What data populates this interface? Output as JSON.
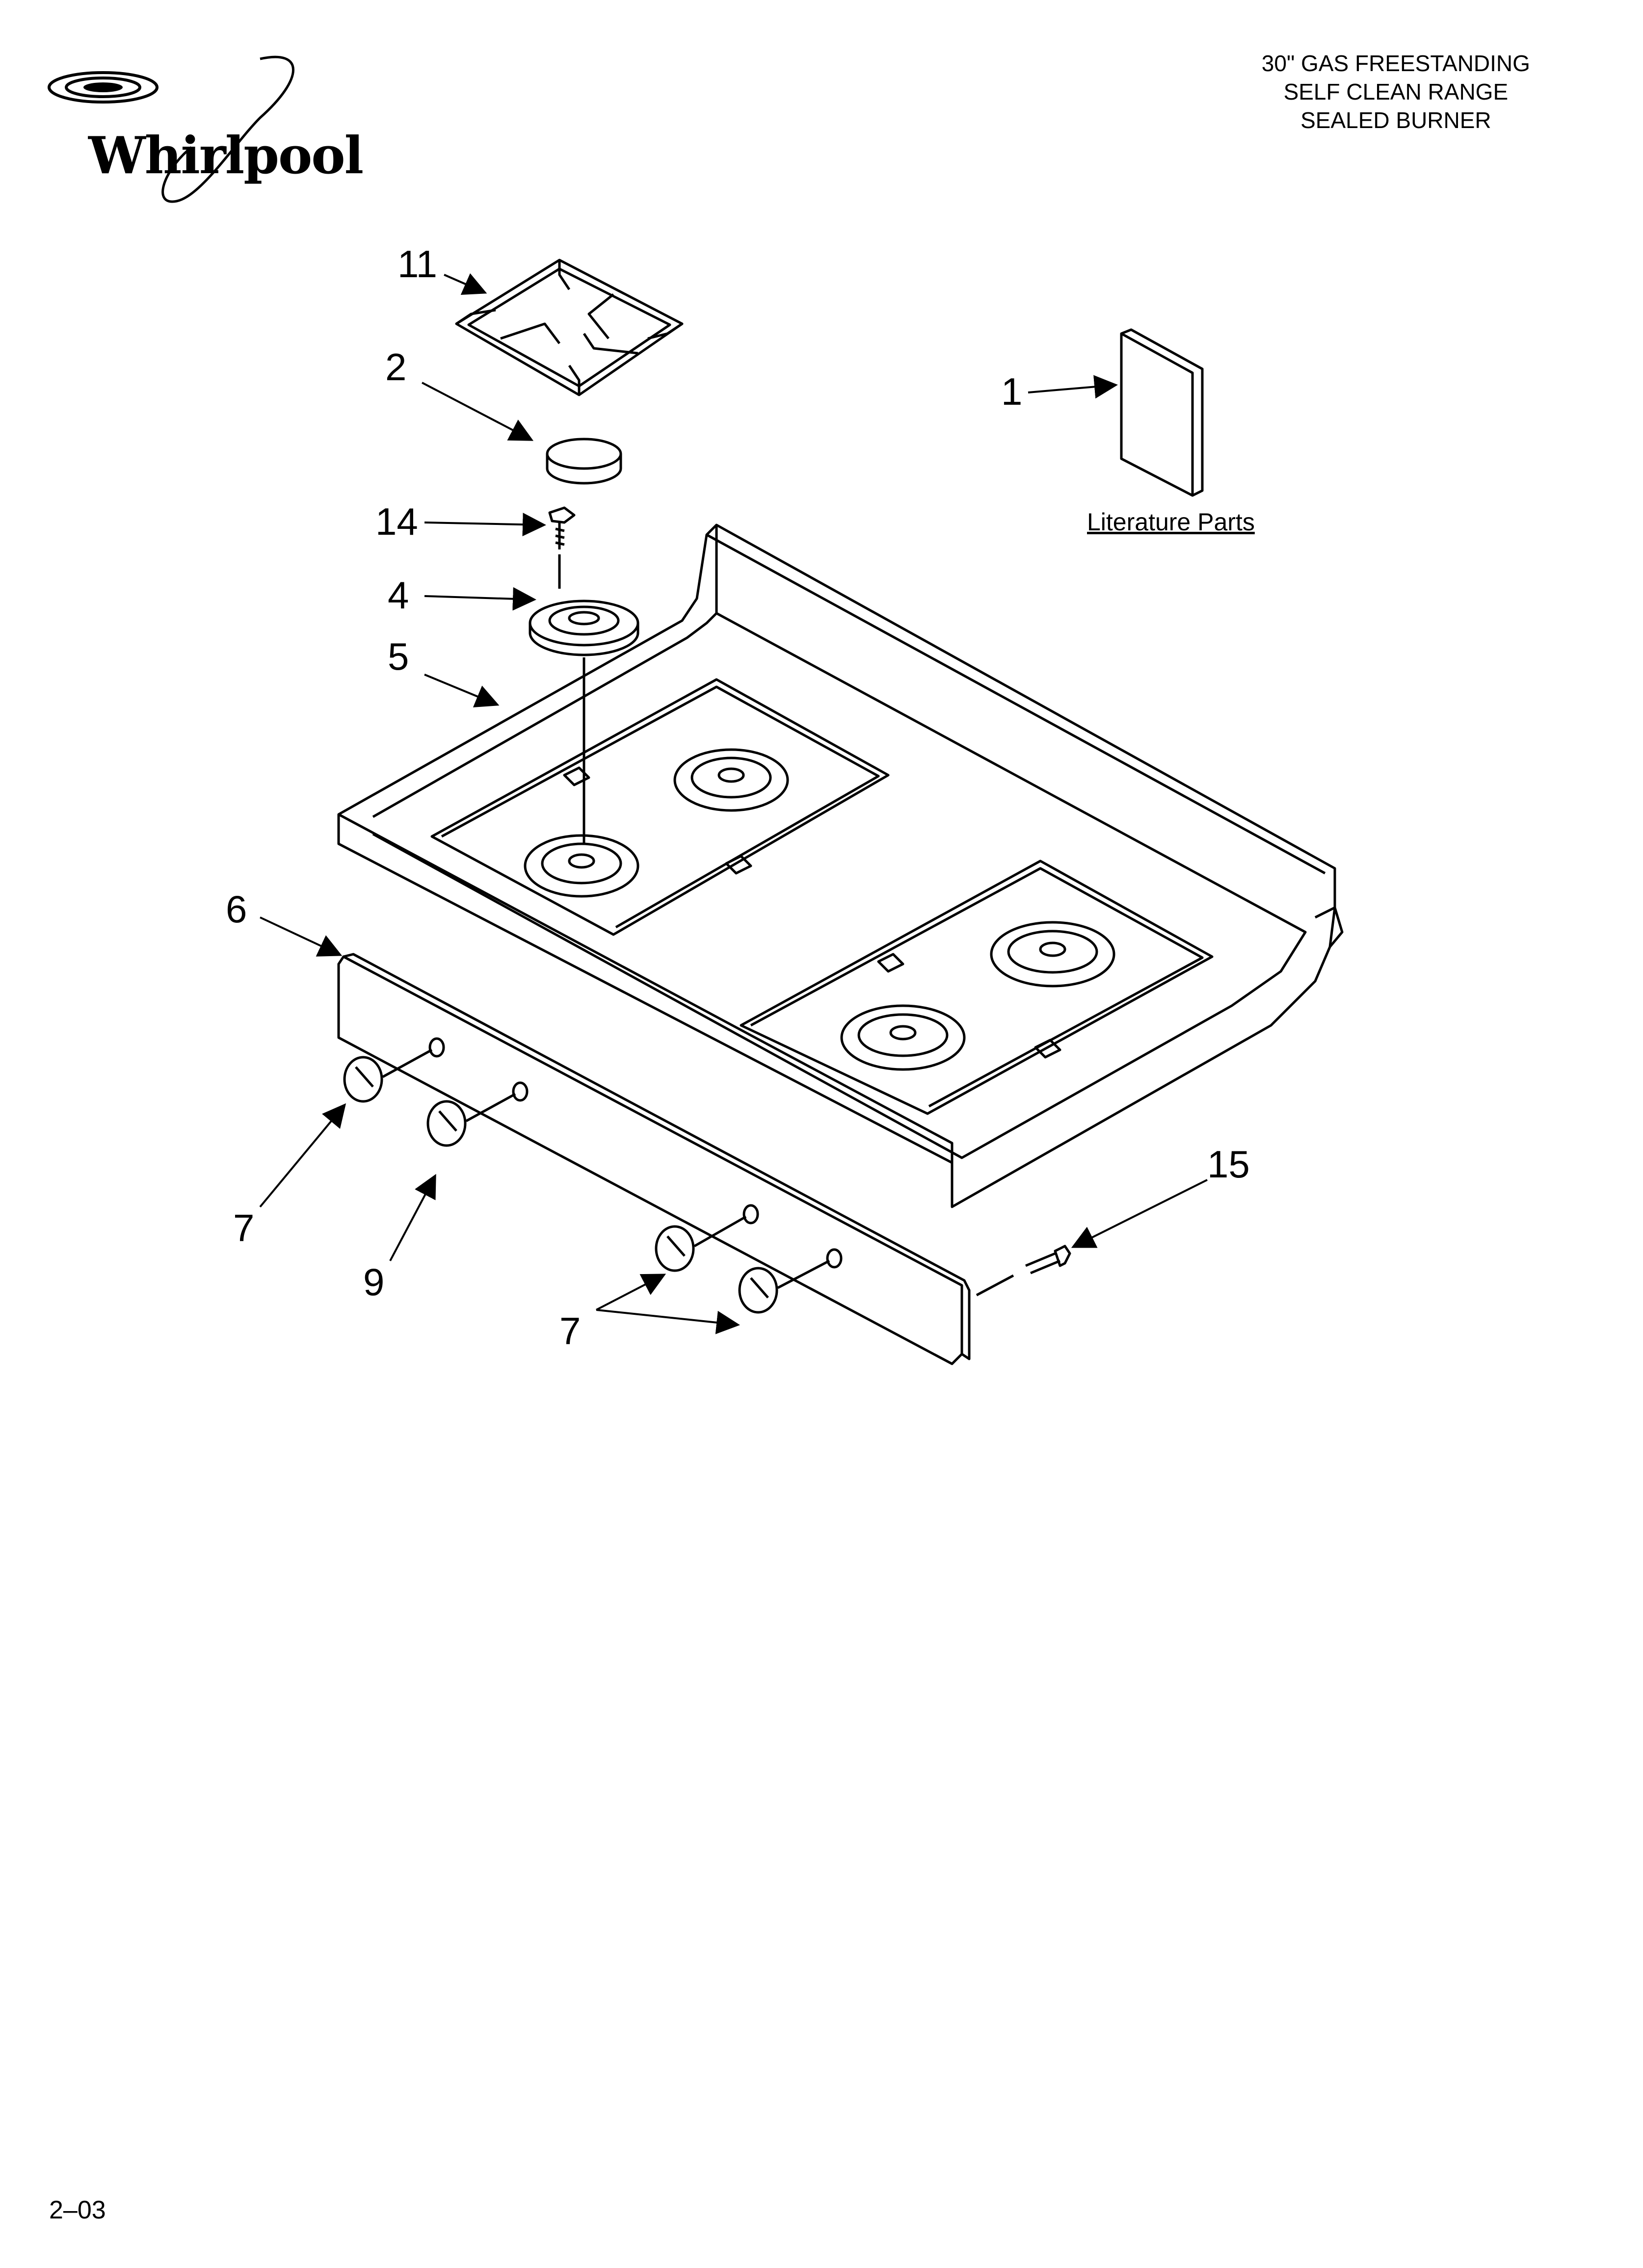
{
  "brand": "Whirlpool",
  "title_lines": [
    "30\" GAS FREESTANDING",
    "SELF CLEAN RANGE",
    "SEALED BURNER"
  ],
  "callouts": {
    "c11": "11",
    "c2": "2",
    "c14": "14",
    "c4": "4",
    "c5": "5",
    "c1": "1",
    "c6": "6",
    "c7a": "7",
    "c9": "9",
    "c7b": "7",
    "c15": "15"
  },
  "literature_label": "Literature Parts",
  "footer_code": "2–03",
  "icons": {
    "brand_mark": "whirlpool-swirl-icon"
  }
}
